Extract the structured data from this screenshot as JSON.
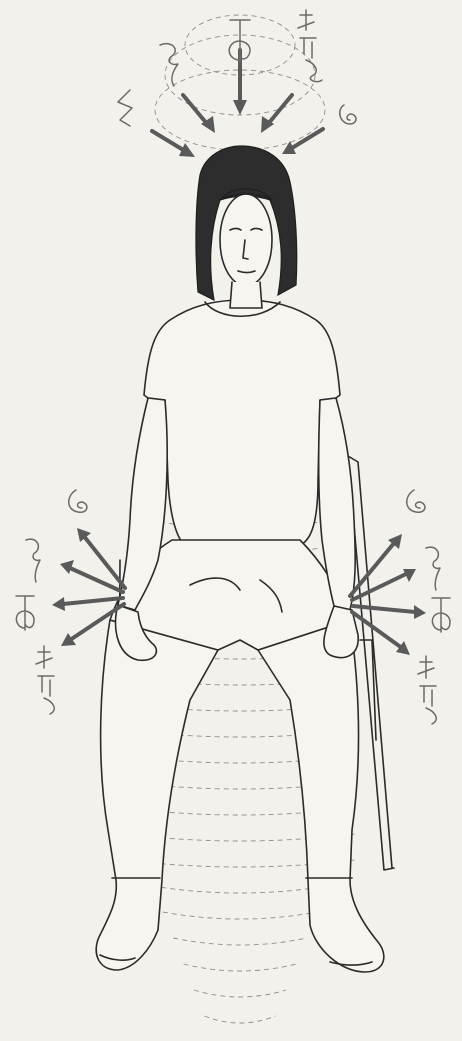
{
  "illustration": {
    "figure": "seated-person-eyes-closed",
    "symbols": [
      "cho-ku-rei",
      "sei-he-ki",
      "hon-sha-ze-sho-nen",
      "zigzag"
    ],
    "arrow_groups": [
      "head-incoming",
      "left-hand-outgoing",
      "right-hand-outgoing"
    ],
    "colors": {
      "background": "#f3f1ec",
      "ink": "#2b2b2b",
      "hair": "#2d2d2d",
      "arrows": "#5a5a5a",
      "energy_lines": "#8e8e8e"
    }
  }
}
